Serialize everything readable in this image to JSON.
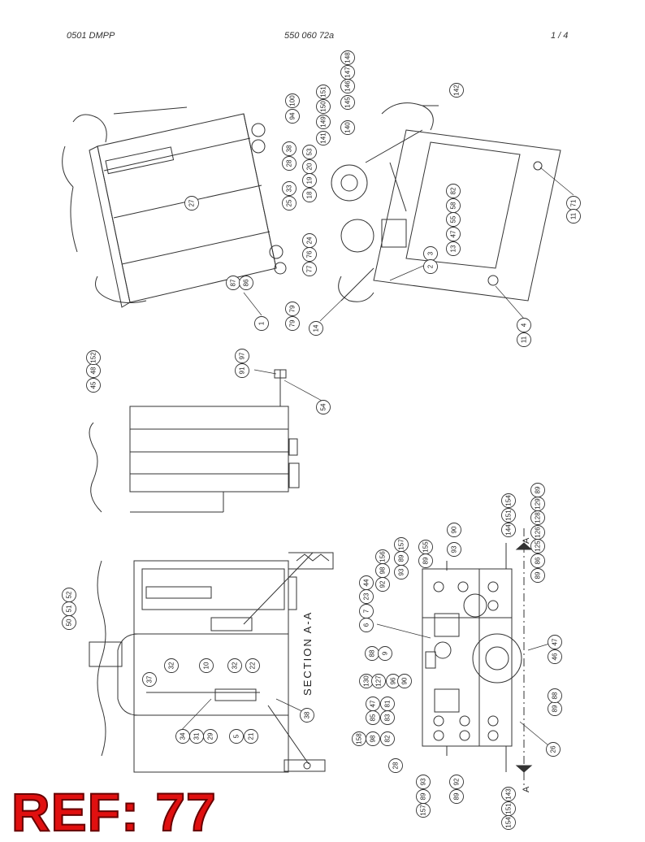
{
  "header": {
    "left": "0501 DMPP",
    "center": "550 060 72a",
    "right": "1 /   4"
  },
  "section_label": "SECTION A-A",
  "cut_marker": "A",
  "ref_label": "REF: 77",
  "colors": {
    "ref": "#e01010",
    "line": "#333333"
  },
  "balloons": {
    "iso": [
      "94",
      "100",
      "28",
      "38",
      "25",
      "33",
      "27",
      "87",
      "86",
      "79",
      "79",
      "1",
      "145",
      "146",
      "147",
      "148",
      "141",
      "149",
      "150",
      "151",
      "140",
      "53",
      "20",
      "19",
      "18",
      "24",
      "77",
      "76",
      "14",
      "142",
      "82",
      "58",
      "55",
      "47",
      "13",
      "3",
      "2",
      "71",
      "11",
      "4",
      "11"
    ],
    "side": [
      "45",
      "48",
      "152",
      "91",
      "97",
      "54"
    ],
    "section": [
      "50",
      "51",
      "52",
      "37",
      "32",
      "10",
      "32",
      "22",
      "34",
      "31",
      "29",
      "5",
      "21",
      "38"
    ],
    "port": [
      "6",
      "7",
      "23",
      "44",
      "92",
      "98",
      "156",
      "93",
      "89",
      "157",
      "89",
      "155",
      "93",
      "90",
      "144",
      "151",
      "154",
      "89",
      "86",
      "125",
      "126",
      "128",
      "129",
      "89",
      "88",
      "9",
      "130",
      "127",
      "96",
      "90",
      "46",
      "47",
      "85",
      "47",
      "81",
      "83",
      "158",
      "98",
      "82",
      "89",
      "88",
      "26",
      "28",
      "157",
      "89",
      "93",
      "89",
      "92",
      "154",
      "151",
      "143"
    ]
  }
}
